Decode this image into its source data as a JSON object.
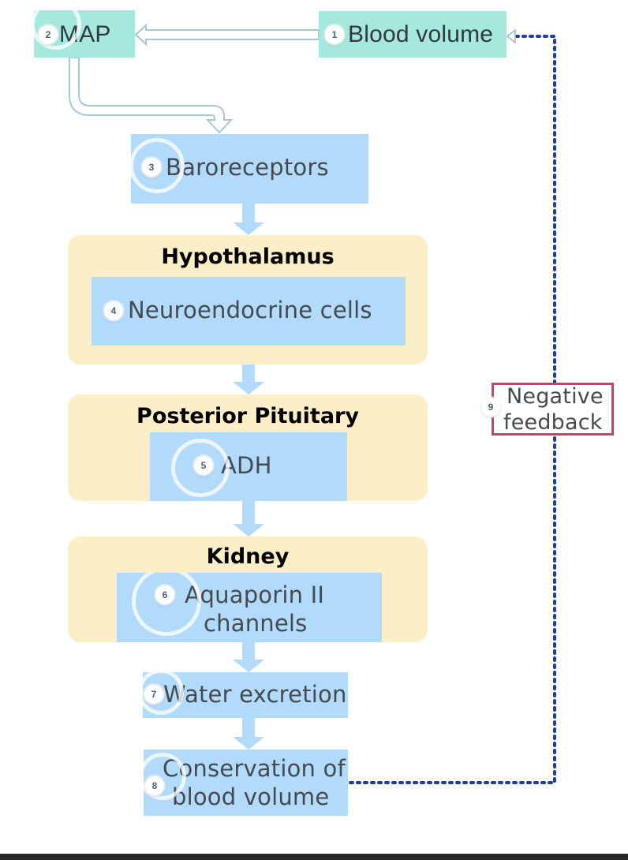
{
  "nodes": {
    "blood_volume": {
      "number": "1",
      "label": "Blood volume"
    },
    "map": {
      "number": "2",
      "label": "MAP"
    },
    "baroreceptors": {
      "number": "3",
      "label": "Baroreceptors"
    },
    "neuroendocrine": {
      "number": "4",
      "label": "Neuroendocrine cells"
    },
    "adh": {
      "number": "5",
      "label": "ADH"
    },
    "aquaporin": {
      "number": "6",
      "label_line1": "Aquaporin II",
      "label_line2": "channels"
    },
    "water_excretion": {
      "number": "7",
      "label": "Water excretion"
    },
    "conservation": {
      "number": "8",
      "label_line1": "Conservation of",
      "label_line2": "blood volume"
    },
    "negative_feedback": {
      "number": "9",
      "label_line1": "Negative",
      "label_line2": "feedback"
    }
  },
  "groups": {
    "hypothalamus": "Hypothalamus",
    "posterior_pituitary": "Posterior Pituitary",
    "kidney": "Kidney"
  },
  "colors": {
    "teal_box": "#a5e8dd",
    "blue_box": "#b2dafa",
    "group_background": "#fcefc7",
    "feedback_border": "#cc3f6a",
    "dotted_line": "#1e3f9c",
    "arrow": "#b2dafa"
  }
}
